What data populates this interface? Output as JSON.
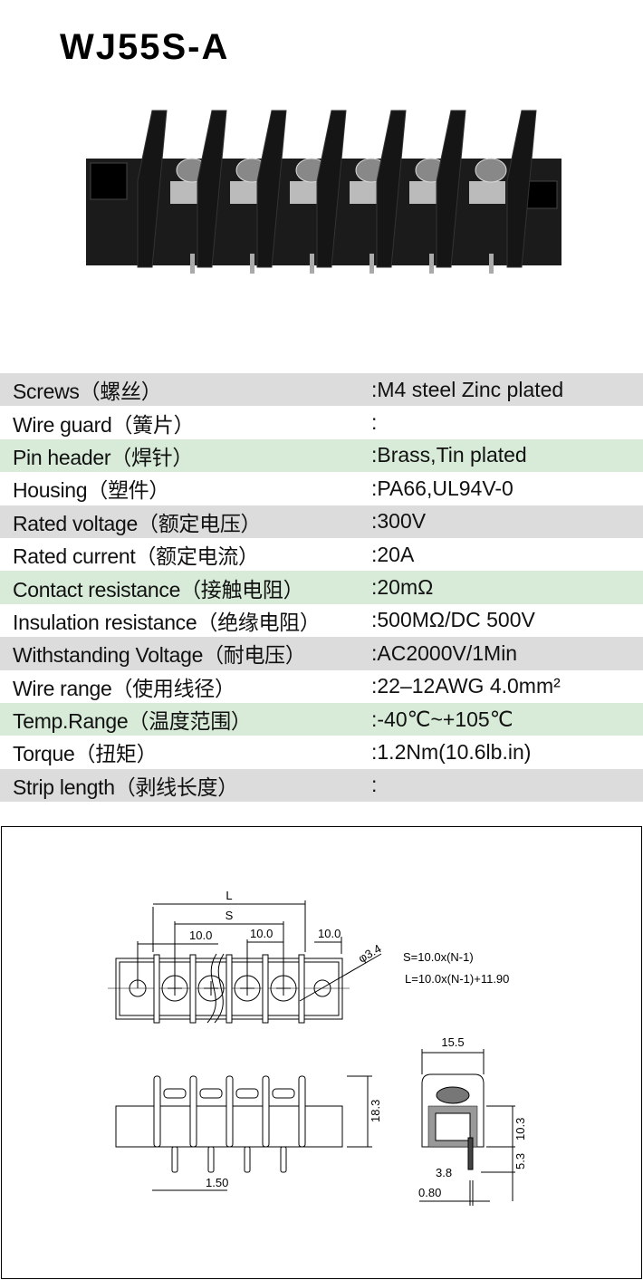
{
  "title": "WJ55S-A",
  "specs": [
    {
      "label": "Screws（螺丝）",
      "value": ":M4 steel Zinc plated",
      "bg": "gray"
    },
    {
      "label": "Wire guard（簧片）",
      "value": ":",
      "bg": "white"
    },
    {
      "label": "Pin header（焊针）",
      "value": ":Brass,Tin plated",
      "bg": "green"
    },
    {
      "label": "Housing（塑件）",
      "value": ":PA66,UL94V-0",
      "bg": "white"
    },
    {
      "label": "Rated voltage（额定电压）",
      "value": ":300V",
      "bg": "gray"
    },
    {
      "label": "Rated current（额定电流）",
      "value": ":20A",
      "bg": "white"
    },
    {
      "label": "Contact resistance（接触电阻）",
      "value": ":20mΩ",
      "bg": "green"
    },
    {
      "label": "Insulation resistance（绝缘电阻）",
      "value": ":500MΩ/DC 500V",
      "bg": "white"
    },
    {
      "label": "Withstanding Voltage（耐电压）",
      "value": ":AC2000V/1Min",
      "bg": "gray"
    },
    {
      "label": "Wire range（使用线径）",
      "value": ":22–12AWG 4.0mm²",
      "bg": "white"
    },
    {
      "label": "Temp.Range（温度范围）",
      "value": ":-40℃~+105℃",
      "bg": "green"
    },
    {
      "label": "Torque（扭矩）",
      "value": ":1.2Nm(10.6lb.in)",
      "bg": "white"
    },
    {
      "label": "Strip length（剥线长度）",
      "value": ":",
      "bg": "gray"
    }
  ],
  "drawing": {
    "L": "L",
    "S": "S",
    "pitch1": "10.0",
    "pitch2": "10.0",
    "pitch3": "10.0",
    "hole": "φ3.4",
    "formula_s": "S=10.0x(N-1)",
    "formula_l": "L=10.0x(N-1)+11.90",
    "height": "18.3",
    "pin_offset": "1.50",
    "width": "15.5",
    "body_h": "10.3",
    "pin_len": "5.3",
    "dim_38": "3.8",
    "pin_w": "0.80"
  }
}
